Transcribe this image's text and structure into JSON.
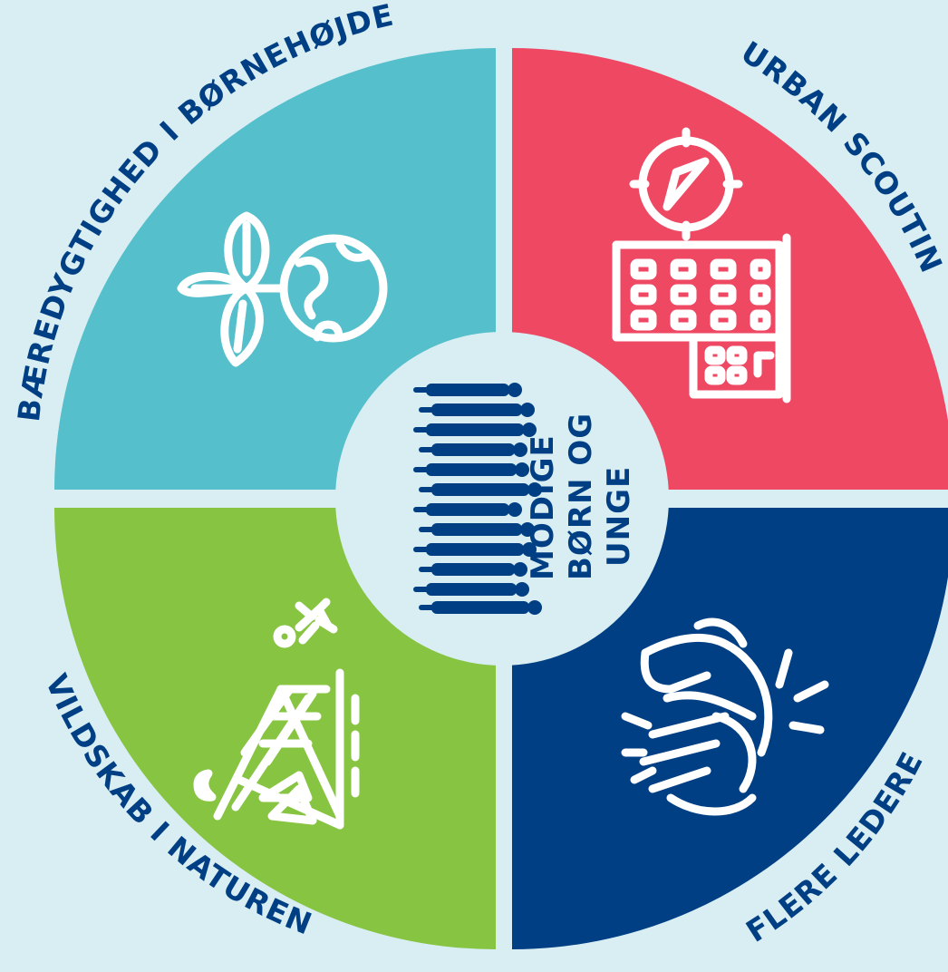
{
  "colors": {
    "background": "#d9eef3",
    "teal": "#55bfcc",
    "red": "#ee4863",
    "green": "#86c441",
    "navy": "#003f84",
    "white": "#ffffff"
  },
  "quadrants": {
    "top_left": {
      "label": "BÆREDYGTIGHED I BØRNEHØJDE",
      "icon": "plant-globe-icon"
    },
    "top_right": {
      "label": "URBAN SCOUTING",
      "icon": "compass-building-icon"
    },
    "bottom_left": {
      "label": "VILDSKAB I NATUREN",
      "icon": "forest-runner-icon"
    },
    "bottom_right": {
      "label": "FLERE LEDERE",
      "icon": "clapping-hands-icon"
    }
  },
  "center": {
    "lines": [
      "MODIGE",
      "BØRN OG",
      "UNGE"
    ],
    "image": "children-silhouette-group"
  }
}
